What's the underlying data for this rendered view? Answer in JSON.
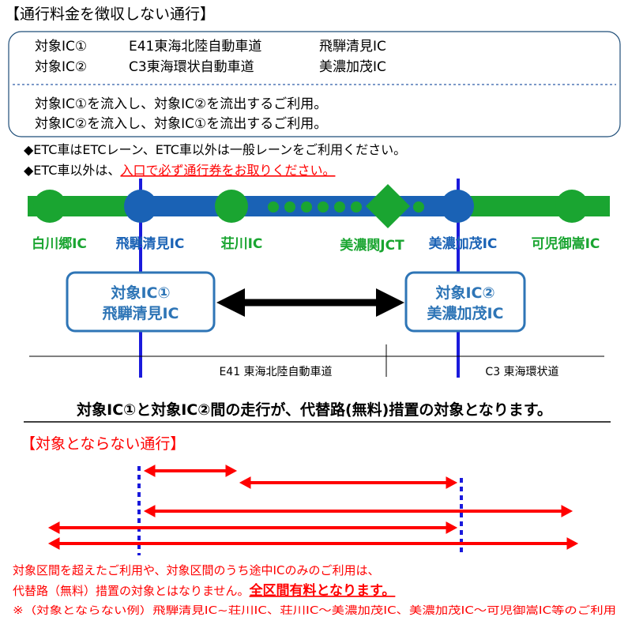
{
  "header": {
    "title": "【通行料金を徴収しない通行】"
  },
  "target_box": {
    "rows": [
      {
        "label": "対象IC①",
        "road": "E41東海北陸自動車道",
        "ic": "飛騨清見IC"
      },
      {
        "label": "対象IC②",
        "road": "C3東海環状自動車道",
        "ic": "美濃加茂IC"
      }
    ],
    "usage": [
      "対象IC①を流入し、対象IC②を流出するご利用。",
      "対象IC②を流入し、対象IC①を流出するご利用。"
    ]
  },
  "notes": {
    "note1": "◆ETC車はETCレーン、ETC車以外は一般レーンをご利用ください。",
    "note2_prefix": "◆ETC車以外は、",
    "note2_highlight": "入口で必ず通行券をお取りください。"
  },
  "route_map": {
    "interchanges": [
      {
        "name": "白川郷IC",
        "color": "#1aa531"
      },
      {
        "name": "飛騨清見IC",
        "color": "#1a62b5"
      },
      {
        "name": "荘川IC",
        "color": "#1aa531"
      },
      {
        "name": "美濃関JCT",
        "color": "#1aa531"
      },
      {
        "name": "美濃加茂IC",
        "color": "#1a62b5"
      },
      {
        "name": "可児御嵩IC",
        "color": "#1aa531"
      }
    ],
    "target1_box": [
      "対象IC①",
      "飛騨清見IC"
    ],
    "target2_box": [
      "対象IC②",
      "美濃加茂IC"
    ],
    "road1_name": "E41 東海北陸自動車道",
    "road2_name": "C3 東海環状道"
  },
  "summary": "対象IC①と対象IC②間の走行が、代替路(無料)措置の対象となります。",
  "non_target": {
    "title": "【対象とならない通行】",
    "note_line1": "対象区間を超えたご利用や、対象区間のうち途中ICのみのご利用は、",
    "note_line2_prefix": "代替路（無料）措置の対象とはなりません。",
    "note_line2_emphasis": "全区間有料となります。",
    "example": "※（対象とならない例）飛騨清見IC~荘川IC、荘川IC～美濃加茂IC、美濃加茂IC～可児御嵩IC等のご利用"
  },
  "colors": {
    "green": "#1aa531",
    "blue": "#1a62b5",
    "red": "#ff0000",
    "dark_blue_line": "#1a1adc"
  }
}
